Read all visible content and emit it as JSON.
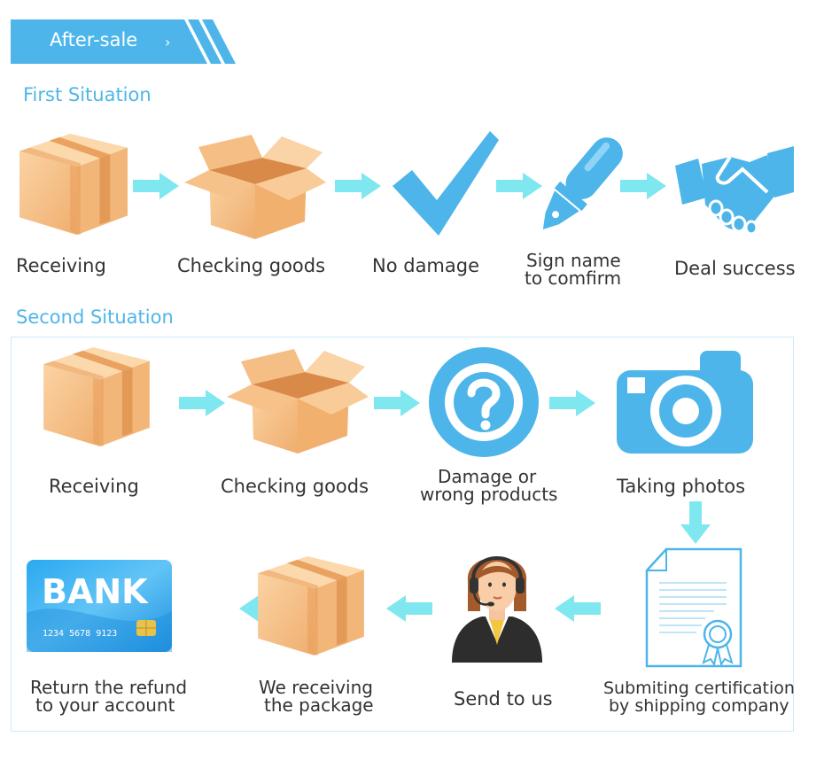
{
  "banner": {
    "title": "After-sale",
    "chevron": "›"
  },
  "first_situation": {
    "title": "First Situation",
    "steps": [
      {
        "label": "Receiving",
        "icon": "closed-box-icon"
      },
      {
        "label": "Checking goods",
        "icon": "open-box-icon"
      },
      {
        "label": "No damage",
        "icon": "checkmark-icon"
      },
      {
        "label_line1": "Sign name",
        "label_line2": "to comfirm",
        "icon": "pen-icon"
      },
      {
        "label": "Deal success",
        "icon": "handshake-icon"
      }
    ]
  },
  "second_situation": {
    "title": "Second Situation",
    "steps": [
      {
        "label": "Receiving",
        "icon": "closed-box-icon"
      },
      {
        "label": "Checking goods",
        "icon": "open-box-icon"
      },
      {
        "label_line1": "Damage or",
        "label_line2": "wrong products",
        "icon": "question-icon"
      },
      {
        "label": "Taking photos",
        "icon": "camera-icon"
      },
      {
        "label_line1": "Submiting certification",
        "label_line2": "by shipping company",
        "icon": "certificate-icon"
      },
      {
        "label": "Send to us",
        "icon": "support-agent-icon"
      },
      {
        "label_line1": "We receiving",
        "label_line2": "the package",
        "icon": "closed-box-icon"
      },
      {
        "label_line1": "Return the refund",
        "label_line2": "to your account",
        "icon": "bank-card-icon"
      }
    ]
  },
  "bank_card": {
    "brand": "BANK",
    "number": "1234 5678 9123"
  },
  "colors": {
    "accent": "#4db5ea",
    "arrow": "#7ee7ef",
    "box_light": "#f9c993",
    "box_mid": "#f0b06f",
    "box_dark": "#e49a57"
  }
}
